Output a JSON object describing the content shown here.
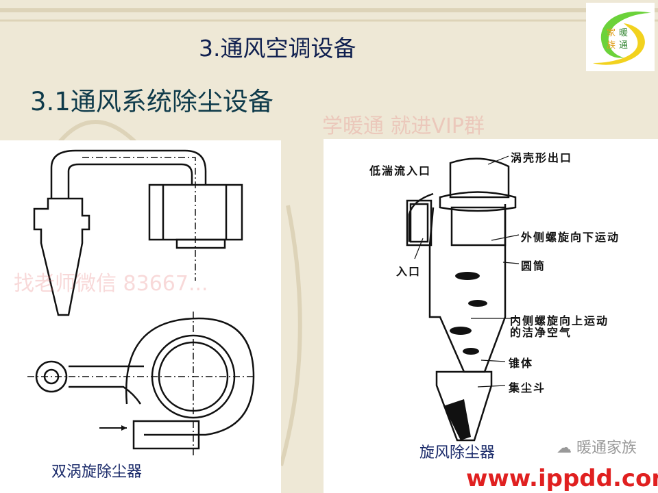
{
  "slide": {
    "title": "3.通风空调设备",
    "subtitle": "3.1通风系统除尘设备",
    "logo_text": [
      "家暖",
      "族通"
    ],
    "left_figure": {
      "caption": "双涡旋除尘器"
    },
    "right_figure": {
      "caption": "旋风除尘器",
      "labels": {
        "outlet": "涡壳形出口",
        "low_turbulence_inlet": "低湍流入口",
        "outer_spiral": "外侧螺旋向下运动",
        "cylinder": "圆筒",
        "inlet": "入口",
        "inner_spiral_1": "内侧螺旋向上运动",
        "inner_spiral_2": "的洁净空气",
        "cone": "锥体",
        "hopper": "集尘斗"
      }
    },
    "watermark": [
      "学暖通 就进VIP群",
      "找老师微信 83667..."
    ],
    "wechat_account": "暖通家族",
    "site_url": "www.ippdd.com",
    "colors": {
      "title": "#0f1f4f",
      "subtitle": "#0e3a4a",
      "url": "#e02020",
      "background": "#eee8d6"
    }
  }
}
